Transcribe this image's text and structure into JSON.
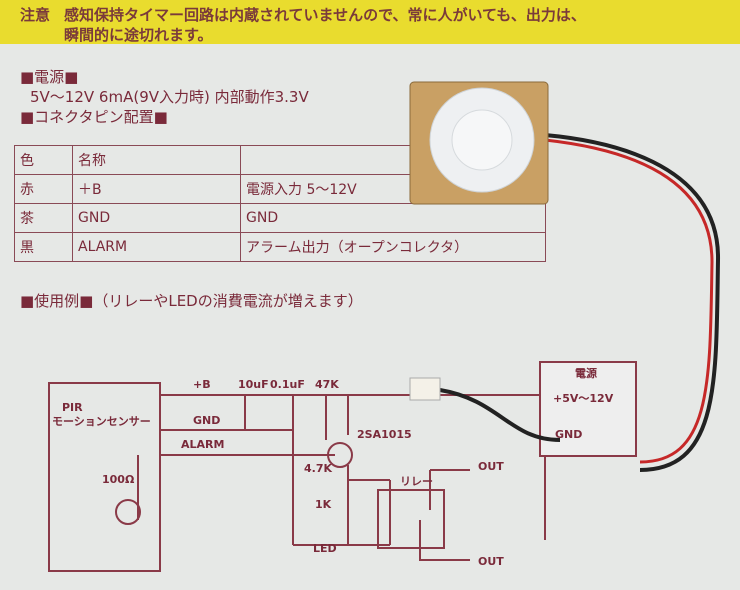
{
  "notice": {
    "label": "注意",
    "line1": "感知保持タイマー回路は内蔵されていませんので、常に人がいても、出力は、",
    "line2": "瞬間的に途切れます。"
  },
  "power": {
    "heading": "■電源■",
    "spec": "5V～12V 6mA(9V入力時) 内部動作3.3V"
  },
  "pins": {
    "heading": "■コネクタピン配置■",
    "columns": [
      "色",
      "名称",
      ""
    ],
    "rows": [
      [
        "赤",
        "＋B",
        "電源入力 5～12V"
      ],
      [
        "茶",
        "GND",
        "GND"
      ],
      [
        "黒",
        "ALARM",
        "アラーム出力（オープンコレクタ）"
      ]
    ]
  },
  "example": {
    "heading": "■使用例■（リレーやLEDの消費電流が増えます）"
  },
  "circuit": {
    "pir": "PIR",
    "sensor": "モーションセンサー",
    "b": "+B",
    "gnd": "GND",
    "alarm": "ALARM",
    "c1": "10uF",
    "c2": "0.1uF",
    "r1": "47K",
    "r2": "4.7K",
    "r3": "1K",
    "r4": "100Ω",
    "tr": "2SA1015",
    "led": "LED",
    "relay": "リレー",
    "out1": "OUT",
    "out2": "OUT",
    "psu": "電源",
    "psu_v": "+5V～12V",
    "psu_gnd": "GND"
  },
  "colors": {
    "notice": "#e9dc2e",
    "ink": "#7a2a3a",
    "board": "#c9a064"
  }
}
